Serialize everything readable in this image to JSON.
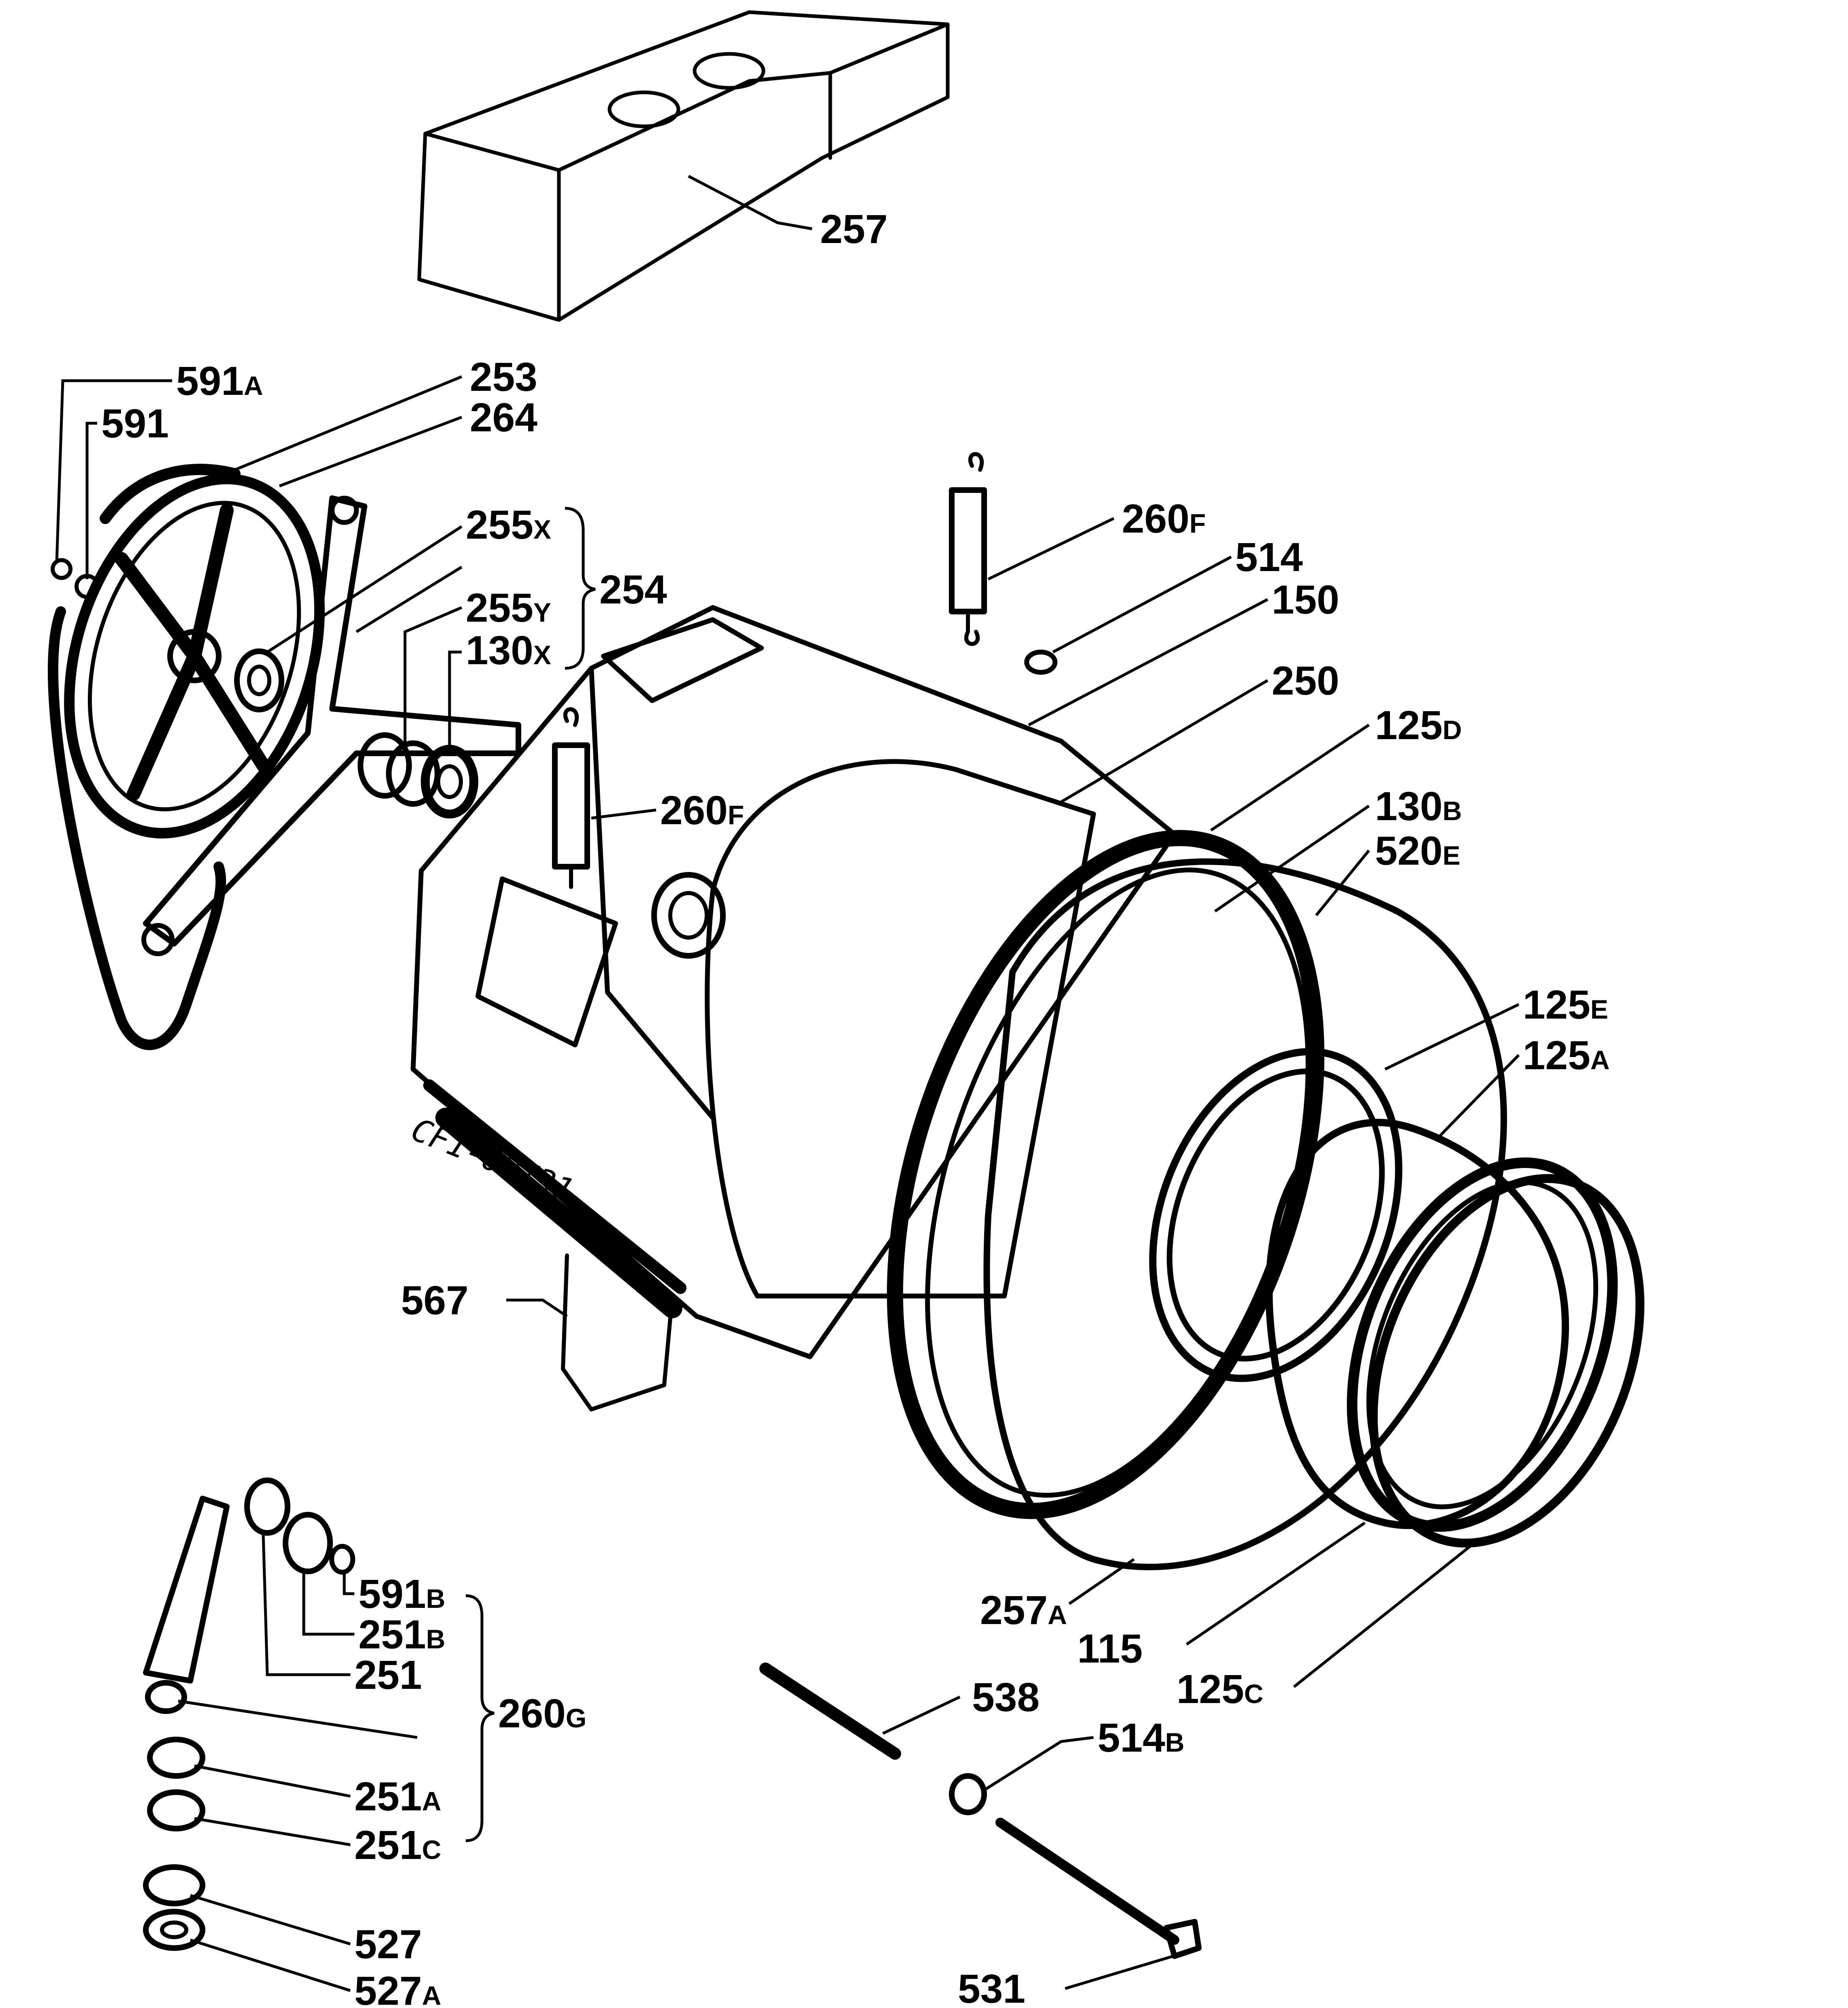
{
  "code": "CF1-00731",
  "labels": {
    "p257": {
      "num": "257",
      "suf": ""
    },
    "p591a": {
      "num": "591",
      "suf": "A"
    },
    "p591": {
      "num": "591",
      "suf": ""
    },
    "p253": {
      "num": "253",
      "suf": ""
    },
    "p264": {
      "num": "264",
      "suf": ""
    },
    "p255x": {
      "num": "255",
      "suf": "X"
    },
    "p254": {
      "num": "254",
      "suf": ""
    },
    "p255y": {
      "num": "255",
      "suf": "Y"
    },
    "p130x": {
      "num": "130",
      "suf": "X"
    },
    "p260f1": {
      "num": "260",
      "suf": "F"
    },
    "p514": {
      "num": "514",
      "suf": ""
    },
    "p150": {
      "num": "150",
      "suf": ""
    },
    "p250": {
      "num": "250",
      "suf": ""
    },
    "p260f2": {
      "num": "260",
      "suf": "F"
    },
    "p125d": {
      "num": "125",
      "suf": "D"
    },
    "p130b": {
      "num": "130",
      "suf": "B"
    },
    "p520e": {
      "num": "520",
      "suf": "E"
    },
    "p125e": {
      "num": "125",
      "suf": "E"
    },
    "p125a": {
      "num": "125",
      "suf": "A"
    },
    "p567": {
      "num": "567",
      "suf": ""
    },
    "p591b": {
      "num": "591",
      "suf": "B"
    },
    "p251b": {
      "num": "251",
      "suf": "B"
    },
    "p251": {
      "num": "251",
      "suf": ""
    },
    "p260g": {
      "num": "260",
      "suf": "G"
    },
    "p251a": {
      "num": "251",
      "suf": "A"
    },
    "p251c": {
      "num": "251",
      "suf": "C"
    },
    "p527": {
      "num": "527",
      "suf": ""
    },
    "p527a": {
      "num": "527",
      "suf": "A"
    },
    "p257a": {
      "num": "257",
      "suf": "A"
    },
    "p115": {
      "num": "115",
      "suf": ""
    },
    "p125c": {
      "num": "125",
      "suf": "C"
    },
    "p538": {
      "num": "538",
      "suf": ""
    },
    "p514b": {
      "num": "514",
      "suf": "B"
    },
    "p531": {
      "num": "531",
      "suf": ""
    }
  }
}
